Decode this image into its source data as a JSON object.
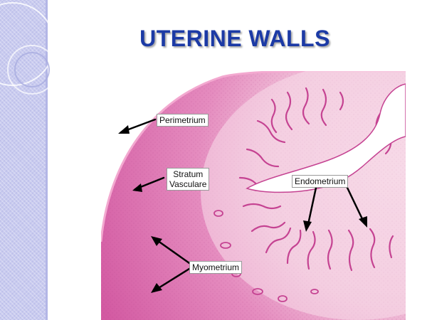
{
  "slide": {
    "title": "UTERINE WALLS"
  },
  "figure": {
    "labels": {
      "perimetrium": "Perimetrium",
      "stratum_vasculare": "Stratum\nVasculare",
      "endometrium": "Endometrium",
      "myometrium": "Myometrium"
    }
  },
  "colors": {
    "title": "#1c3aa5",
    "sidebar": "#c9cbef",
    "tissue_outer": "#d85ea6",
    "tissue_inner": "#f2c6dc",
    "lumen": "#ffffff"
  }
}
